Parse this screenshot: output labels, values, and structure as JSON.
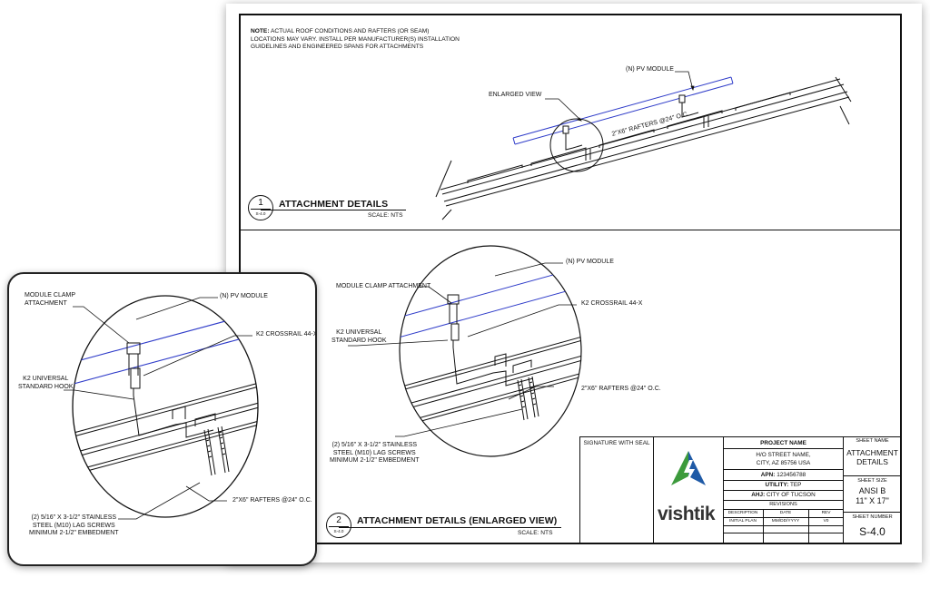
{
  "note": {
    "label": "NOTE:",
    "text": " ACTUAL ROOF CONDITIONS AND RAFTERS (OR SEAM) LOCATIONS MAY VARY. INSTALL PER MANUFACTURER(S) INSTALLATION GUIDELINES AND ENGINEERED SPANS FOR ATTACHMENTS"
  },
  "detail1": {
    "number": "1",
    "ref": "S-4.0",
    "title": "ATTACHMENT DETAILS",
    "scale": "SCALE: NTS",
    "pv_module": "(N) PV MODULE",
    "enlarged_view": "ENLARGED VIEW",
    "rafters": "2\"X6\" RAFTERS @24\" O.C."
  },
  "detail2": {
    "number": "2",
    "ref": "S-4.0",
    "title": "ATTACHMENT DETAILS (ENLARGED VIEW)",
    "scale": "SCALE: NTS",
    "pv_module": "(N) PV MODULE",
    "clamp_line1": "MODULE CLAMP ATTACHMENT",
    "crossrail": "K2 CROSSRAIL 44-X",
    "hook_line1": "K2 UNIVERSAL",
    "hook_line2": "STANDARD HOOK",
    "rafters": "2\"X6\" RAFTERS @24\" O.C.",
    "screws_line1": "(2) 5/16\" X 3-1/2\" STAINLESS",
    "screws_line2": "STEEL (M10) LAG SCREWS",
    "screws_line3": "MINIMUM 2-1/2\" EMBEDMENT"
  },
  "callout": {
    "clamp_line1": "MODULE CLAMP",
    "clamp_line2": "ATTACHMENT",
    "pv_module": "(N) PV MODULE",
    "crossrail": "K2 CROSSRAIL 44-X",
    "hook_line1": "K2 UNIVERSAL",
    "hook_line2": "STANDARD HOOK",
    "rafters": "2\"X6\" RAFTERS @24\" O.C.",
    "screws_line1": "(2) 5/16\" X 3-1/2\" STAINLESS",
    "screws_line2": "STEEL (M10) LAG SCREWS",
    "screws_line3": "MINIMUM 2-1/2\" EMBEDMENT"
  },
  "title_block": {
    "signature_label": "SIGNATURE WITH SEAL",
    "logo_text": "vishtik",
    "project_name_label": "PROJECT NAME",
    "address_line1": "H/O STREET NAME,",
    "address_line2": "CITY, AZ 85756 USA",
    "apn_label": "APN:",
    "apn_value": " 123456788",
    "utility_label": "UTILITY:",
    "utility_value": " TEP",
    "ahj_label": "AHJ:",
    "ahj_value": " CITY OF TUCSON",
    "revisions_label": "REVISIONS",
    "rev_headers": [
      "DESCRIPTION",
      "DATE",
      "REV"
    ],
    "rev_row": [
      "INITIAL PLAN",
      "MM/DD/YYYY",
      "V0"
    ],
    "sheet_name_label": "SHEET NAME",
    "sheet_name_line1": "ATTACHMENT",
    "sheet_name_line2": "DETAILS",
    "sheet_size_label": "SHEET SIZE",
    "sheet_size_line1": "ANSI B",
    "sheet_size_line2": "11\" X 17\"",
    "sheet_number_label": "SHEET NUMBER",
    "sheet_number": "S-4.0"
  },
  "colors": {
    "pv_module": "#2f3cc9",
    "logo_green": "#3c9a3c",
    "logo_blue": "#1f5aa6",
    "line": "#111111"
  }
}
